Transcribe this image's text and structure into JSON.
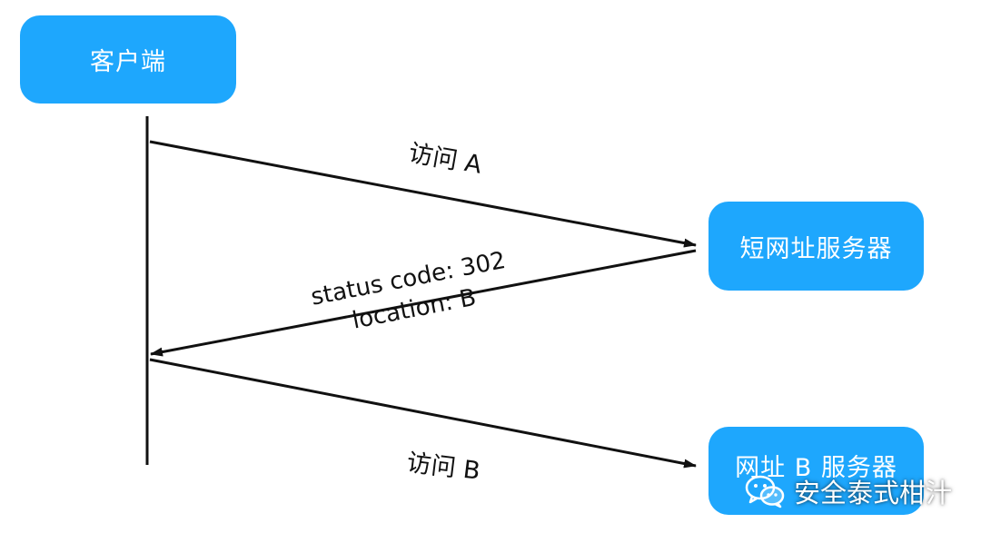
{
  "nodes": {
    "client": {
      "label": "客户端"
    },
    "short_url_server": {
      "label": "短网址服务器"
    },
    "url_b_server": {
      "label": "网址 B 服务器"
    }
  },
  "messages": {
    "visit_a": "访问 A",
    "status_line1": "status code: 302",
    "status_line2": "location: B",
    "visit_b": "访问 B"
  },
  "watermark": {
    "text": "安全泰式柑汁",
    "icon": "wechat-icon"
  },
  "colors": {
    "node_fill": "#1EA7FD",
    "node_text": "#ffffff",
    "line": "#111111"
  }
}
